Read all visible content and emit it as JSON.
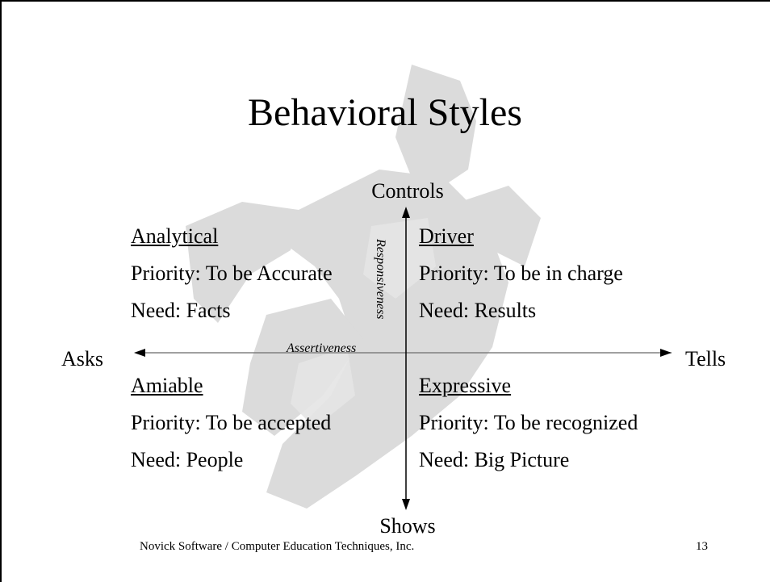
{
  "slide": {
    "title": "Behavioral Styles",
    "axis": {
      "top": "Controls",
      "bottom": "Shows",
      "left": "Asks",
      "right": "Tells",
      "horizontal_name": "Assertiveness",
      "vertical_name": "Responsiveness"
    },
    "quadrants": [
      {
        "name": "Analytical",
        "priority": "Priority: To be Accurate",
        "need": "Need: Facts"
      },
      {
        "name": "Driver",
        "priority": "Priority: To be in charge",
        "need": "Need: Results"
      },
      {
        "name": "Amiable",
        "priority": "Priority: To be accepted",
        "need": "Need: People"
      },
      {
        "name": "Expressive",
        "priority": "Priority: To be recognized",
        "need": "Need: Big Picture"
      }
    ],
    "footer": "Novick Software / Computer Education Techniques, Inc.",
    "page_number": "13"
  },
  "colors": {
    "watermark": "#c8c8c8",
    "axis_line": "#000000"
  },
  "icons": {
    "watermark": "skier-silhouette-icon",
    "arrows": "arrow-icon"
  }
}
